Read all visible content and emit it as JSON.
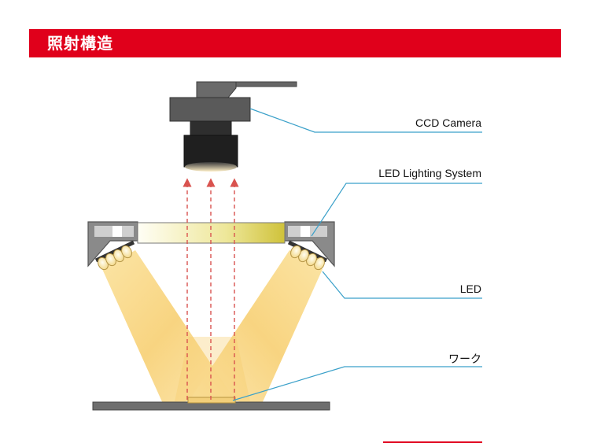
{
  "header": {
    "title": "照射構造",
    "color": "#e0001b"
  },
  "labels": {
    "camera": "CCD Camera",
    "lighting_system": "LED Lighting System",
    "led": "LED",
    "work": "ワーク"
  },
  "colors": {
    "leader_line": "#3aa0c9",
    "light_beam": "#f9d98a",
    "ray_arrow": "#d9534f",
    "housing": "#777777",
    "camera_body": "#555555"
  },
  "icons": [
    "ccd-camera-icon",
    "led-ring-light-icon",
    "workpiece-icon"
  ]
}
